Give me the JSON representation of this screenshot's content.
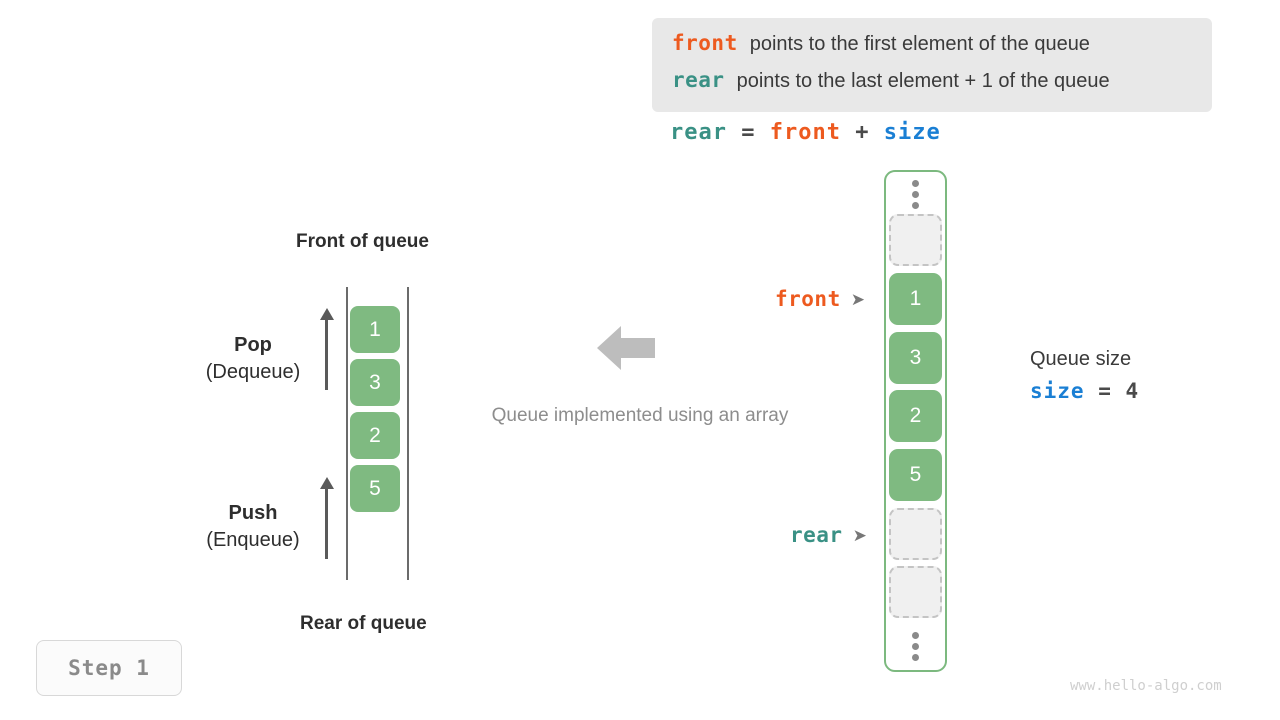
{
  "legend": {
    "rows": [
      {
        "keyword": "front",
        "keyword_color": "#ed5a1f",
        "text": "points to the first element of the queue"
      },
      {
        "keyword": "rear",
        "keyword_color": "#3a9185",
        "text": "points to the last element + 1 of the queue"
      }
    ]
  },
  "formula": {
    "lhs": "rear",
    "eq": "=",
    "rhs1": "front",
    "plus": "+",
    "rhs2": "size"
  },
  "left_queue": {
    "top_label": "Front of queue",
    "bottom_label": "Rear of queue",
    "cells": [
      "1",
      "3",
      "2",
      "5"
    ],
    "operations": [
      {
        "name": "Pop",
        "alias": "(Dequeue)"
      },
      {
        "name": "Push",
        "alias": "(Enqueue)"
      }
    ]
  },
  "center": {
    "caption": "Queue implemented using an array",
    "arrow_direction": "left",
    "arrow_color": "#bdbdbd"
  },
  "array": {
    "border_color": "#7cb97f",
    "fill_color": "#7fba81",
    "empty_fill": "#f0f0f0",
    "slots": [
      {
        "type": "ellipsis",
        "value": ""
      },
      {
        "type": "empty",
        "value": ""
      },
      {
        "type": "filled",
        "value": "1"
      },
      {
        "type": "filled",
        "value": "3"
      },
      {
        "type": "filled",
        "value": "2"
      },
      {
        "type": "filled",
        "value": "5"
      },
      {
        "type": "empty",
        "value": ""
      },
      {
        "type": "empty",
        "value": ""
      },
      {
        "type": "ellipsis",
        "value": ""
      }
    ],
    "pointers": [
      {
        "name": "front",
        "color": "#ed5a1f",
        "marker": "➤"
      },
      {
        "name": "rear",
        "color": "#3a9185",
        "marker": "➤"
      }
    ]
  },
  "size_info": {
    "title": "Queue size",
    "var": "size",
    "eq": "=",
    "value": "4"
  },
  "step_badge": {
    "label": "Step 1"
  },
  "watermark": {
    "text": "www.hello-algo.com"
  }
}
